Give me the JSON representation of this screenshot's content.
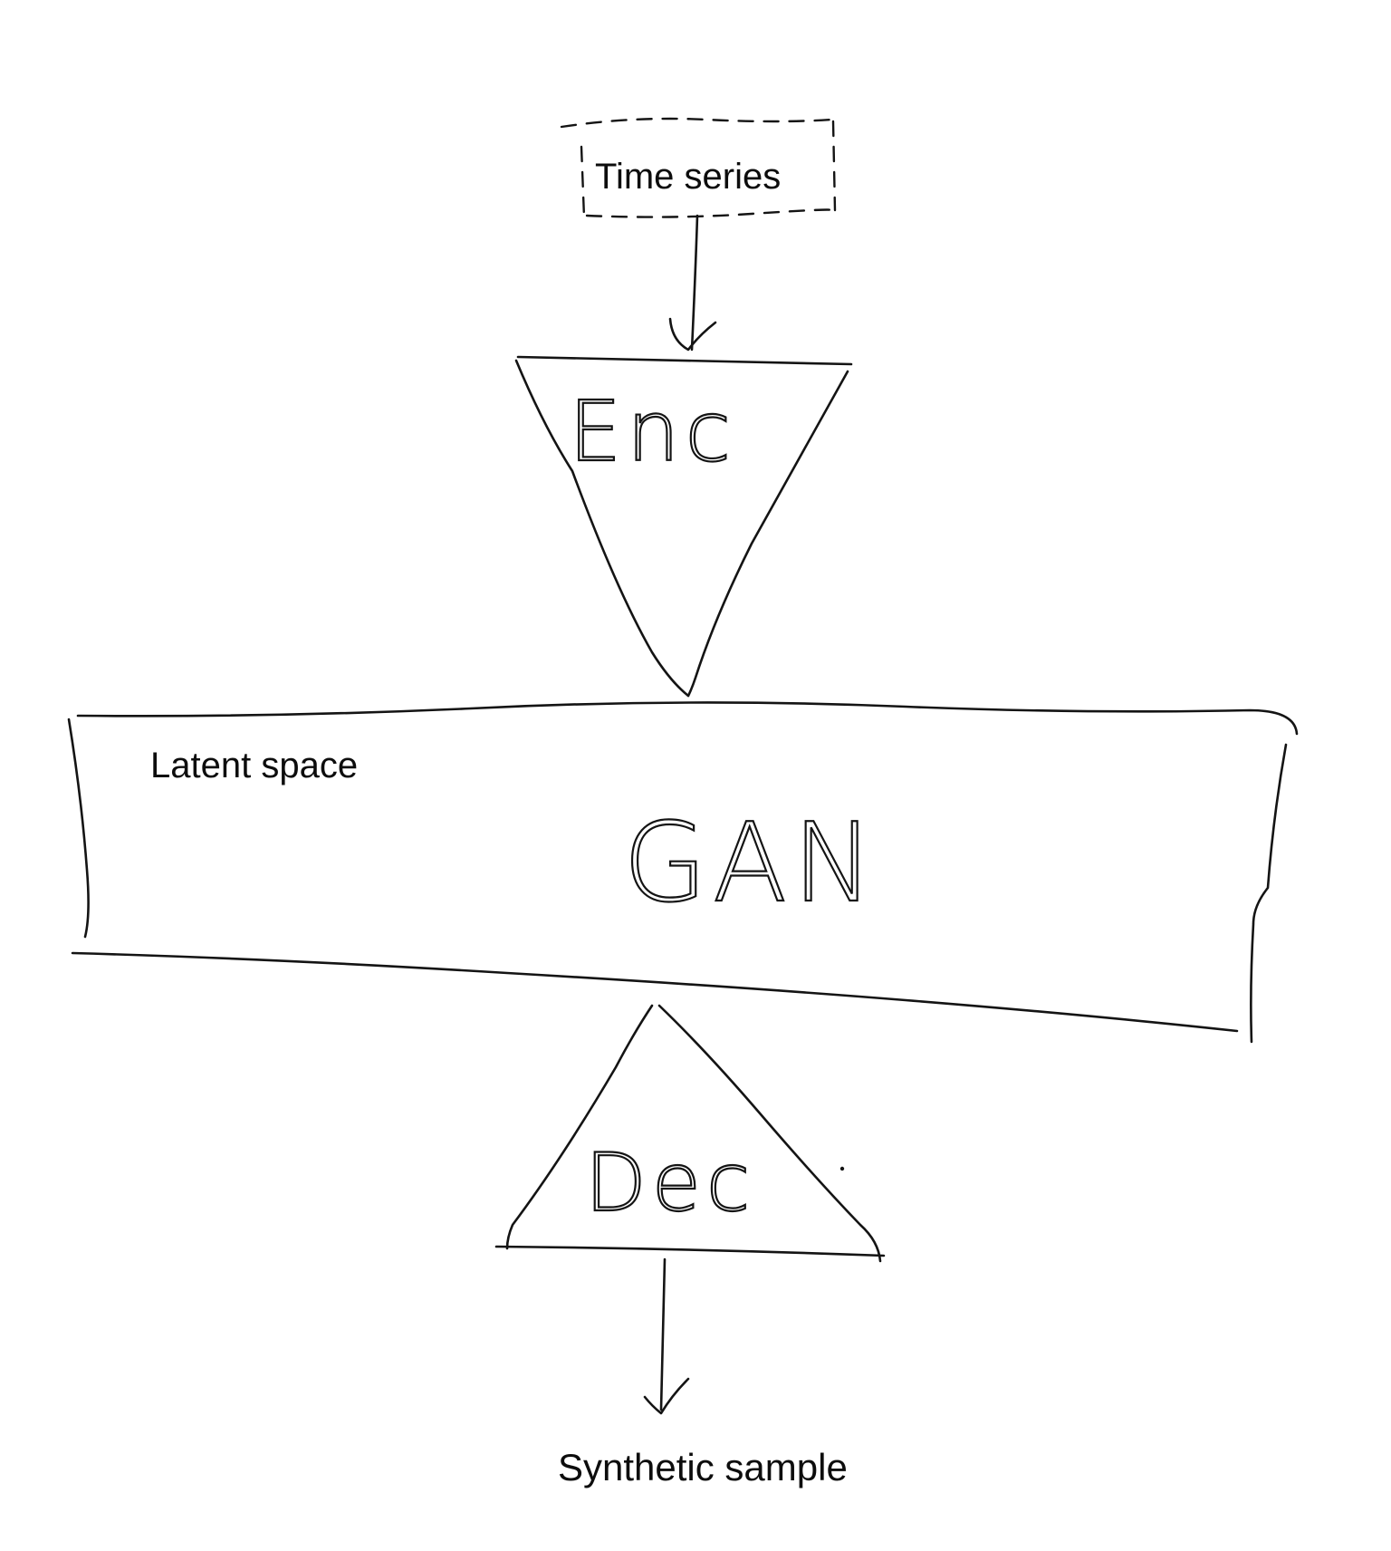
{
  "diagram": {
    "input_label": "Time series",
    "encoder_label": "Enc",
    "latent_label": "Latent space",
    "model_label": "GAN",
    "decoder_label": "Dec",
    "output_label": "Synthetic sample"
  }
}
